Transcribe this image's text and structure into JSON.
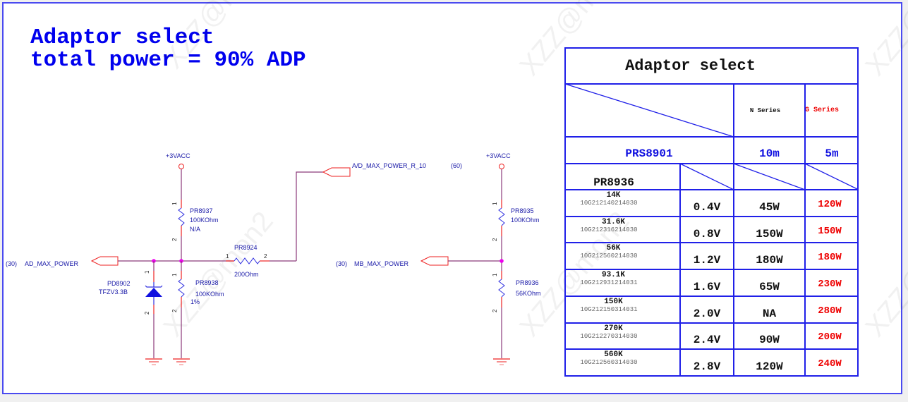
{
  "heading": {
    "line1": "Adaptor select",
    "line2": "total power = 90% ADP"
  },
  "schematic": {
    "left": {
      "power_label": "+3VACC",
      "port_ref": "(30)",
      "port_name": "AD_MAX_POWER",
      "r_top": {
        "ref": "PR8937",
        "value": "100KOhm",
        "note": "N/A",
        "pin1": "1",
        "pin2": "2"
      },
      "r_bottom": {
        "ref": "PR8938",
        "value": "100KOhm",
        "note": "1%",
        "pin1": "1",
        "pin2": "2"
      },
      "diode": {
        "ref": "PD8902",
        "value": "TFZV3.3B",
        "pin1": "1",
        "pin2": "2"
      },
      "r_series": {
        "ref": "PR8924",
        "value": "200Ohm",
        "pin1": "1",
        "pin2": "2"
      },
      "out_port_name": "A/D_MAX_POWER_R_10",
      "out_port_ref": "(60)"
    },
    "right": {
      "power_label": "+3VACC",
      "port_ref": "(30)",
      "port_name": "MB_MAX_POWER",
      "r_top": {
        "ref": "PR8935",
        "value": "100KOhm",
        "pin1": "1",
        "pin2": "2"
      },
      "r_bottom": {
        "ref": "PR8936",
        "value": "56KOhm",
        "pin1": "1",
        "pin2": "2"
      }
    },
    "watermark": "XZZ@mon2"
  },
  "table": {
    "title": "Adaptor select",
    "col_n": "N Series",
    "col_g": "G Series",
    "prs_label": "PRS8901",
    "prs_n": "10m",
    "prs_g": "5m",
    "pr_label": "PR8936",
    "rows": [
      {
        "res": "14K",
        "pn": "10G212140214030",
        "volt": "0.4V",
        "n": "45W",
        "g": "120W"
      },
      {
        "res": "31.6K",
        "pn": "10G212316214030",
        "volt": "0.8V",
        "n": "150W",
        "g": "150W"
      },
      {
        "res": "56K",
        "pn": "10G212560214030",
        "volt": "1.2V",
        "n": "180W",
        "g": "180W"
      },
      {
        "res": "93.1K",
        "pn": "10G212931214031",
        "volt": "1.6V",
        "n": "65W",
        "g": "230W"
      },
      {
        "res": "150K",
        "pn": "10G212150314031",
        "volt": "2.0V",
        "n": "NA",
        "g": "280W"
      },
      {
        "res": "270K",
        "pn": "10G212270314030",
        "volt": "2.4V",
        "n": "90W",
        "g": "200W"
      },
      {
        "res": "560K",
        "pn": "10G212560314030",
        "volt": "2.8V",
        "n": "120W",
        "g": "240W"
      }
    ]
  },
  "colors": {
    "frame": "#4a4af0",
    "wire": "#8b3a7a",
    "pin": "#ee2222",
    "junction": "#ee00ee",
    "component": "#3030e0",
    "g_series": "#ee0000"
  }
}
